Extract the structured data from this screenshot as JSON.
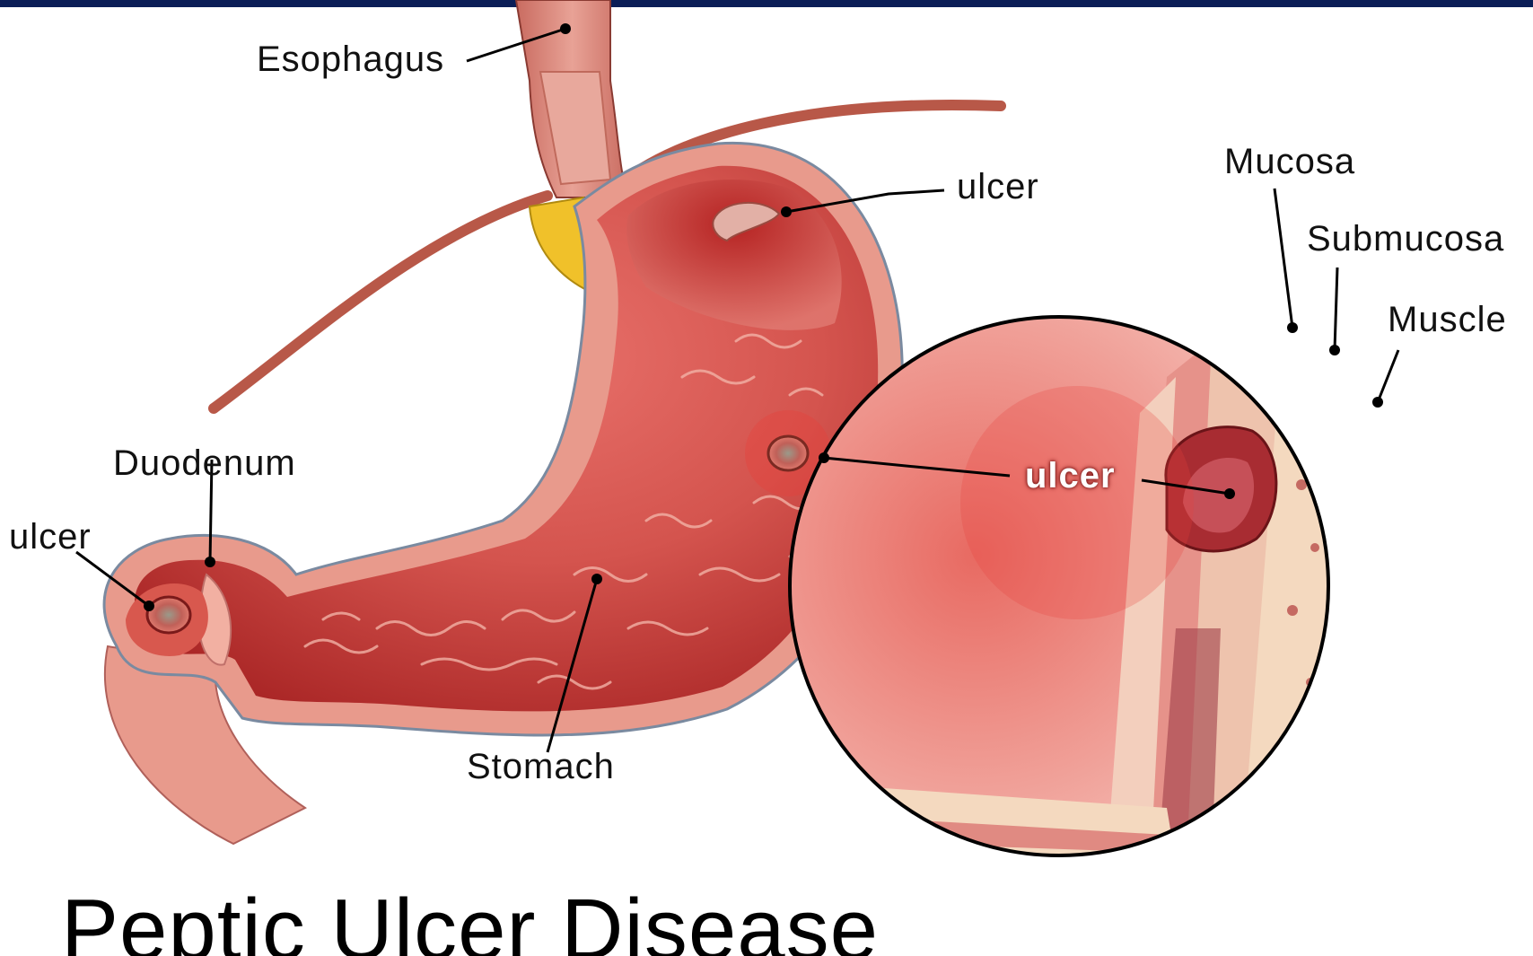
{
  "diagram": {
    "title": "Peptic Ulcer Disease",
    "labels": {
      "esophagus": "Esophagus",
      "ulcer_top": "ulcer",
      "duodenum": "Duodenum",
      "ulcer_duodenal": "ulcer",
      "stomach": "Stomach",
      "ulcer_center": "ulcer",
      "mucosa": "Mucosa",
      "submucosa": "Submucosa",
      "muscle": "Muscle"
    },
    "colors": {
      "top_bar": "#0b1e57",
      "stomach_wall": "#e89a8c",
      "stomach_interior": "#c9403a",
      "deep_red": "#8b1414",
      "yellow_fat": "#f0c12a",
      "mucosa_beige": "#f4d9bf"
    }
  }
}
